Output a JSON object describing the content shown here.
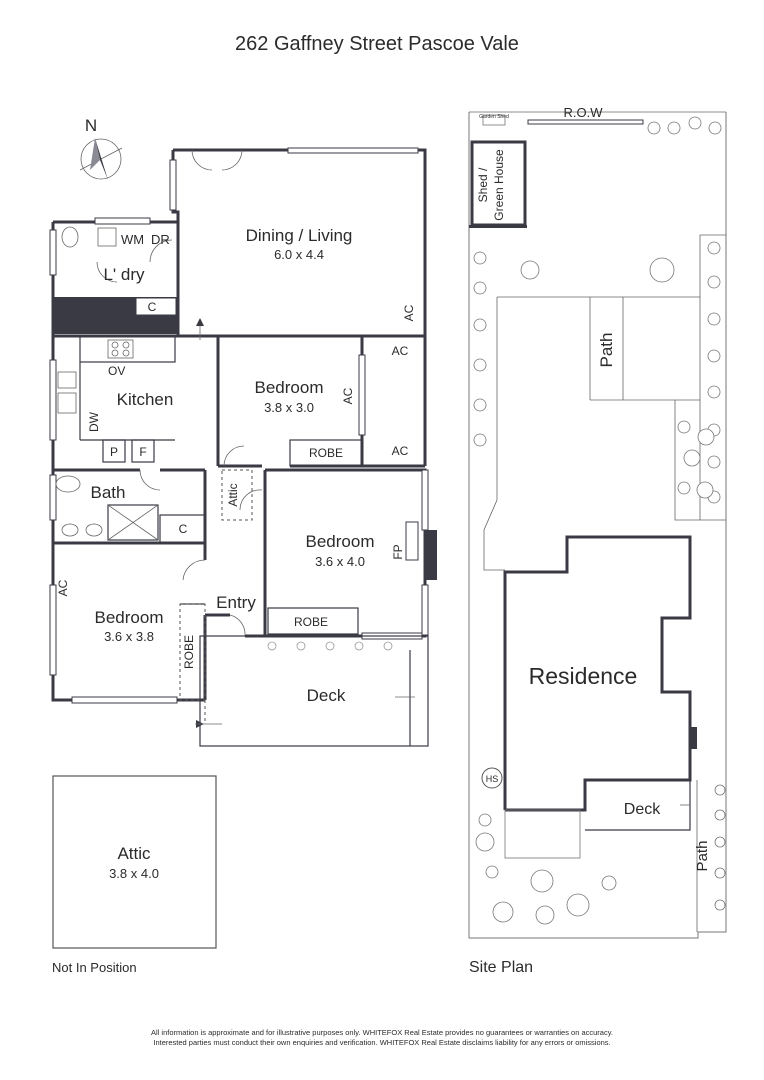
{
  "title": "262 Gaffney Street Pascoe Vale",
  "north": "N",
  "rooms": {
    "dining_living": {
      "name": "Dining / Living",
      "dims": "6.0 x 4.4"
    },
    "laundry": {
      "name": "L' dry"
    },
    "wm": "WM",
    "dr": "DR",
    "kitchen": {
      "name": "Kitchen"
    },
    "ov": "OV",
    "dw": "DW",
    "pantry": "P",
    "fridge": "F",
    "bedroom_ne": {
      "name": "Bedroom",
      "dims": "3.8 x 3.0"
    },
    "bedroom_e": {
      "name": "Bedroom",
      "dims": "3.6 x 4.0"
    },
    "bedroom_w": {
      "name": "Bedroom",
      "dims": "3.6 x 3.8"
    },
    "bath": {
      "name": "Bath"
    },
    "entry": {
      "name": "Entry"
    },
    "deck": {
      "name": "Deck"
    },
    "attic_hatch": "Attic",
    "robe": "ROBE",
    "cupboard": "C",
    "ac": "AC",
    "fp": "FP"
  },
  "attic_box": {
    "name": "Attic",
    "dims": "3.8 x 4.0",
    "note": "Not In Position"
  },
  "site_plan": {
    "label": "Site Plan",
    "row": "R.O.W",
    "garden_shed": "Garden Shed",
    "shed_line1": "Shed /",
    "shed_line2": "Green House",
    "path": "Path",
    "residence": "Residence",
    "deck": "Deck",
    "hs": "HS"
  },
  "disclaimer": {
    "line1": "All information is approximate and for illustrative purposes only. WHITEFOX Real Estate provides no guarantees or warranties on accuracy.",
    "line2": "Interested parties must conduct their own enquiries and verification. WHITEFOX Real Estate disclaims liability for any errors or omissions."
  }
}
